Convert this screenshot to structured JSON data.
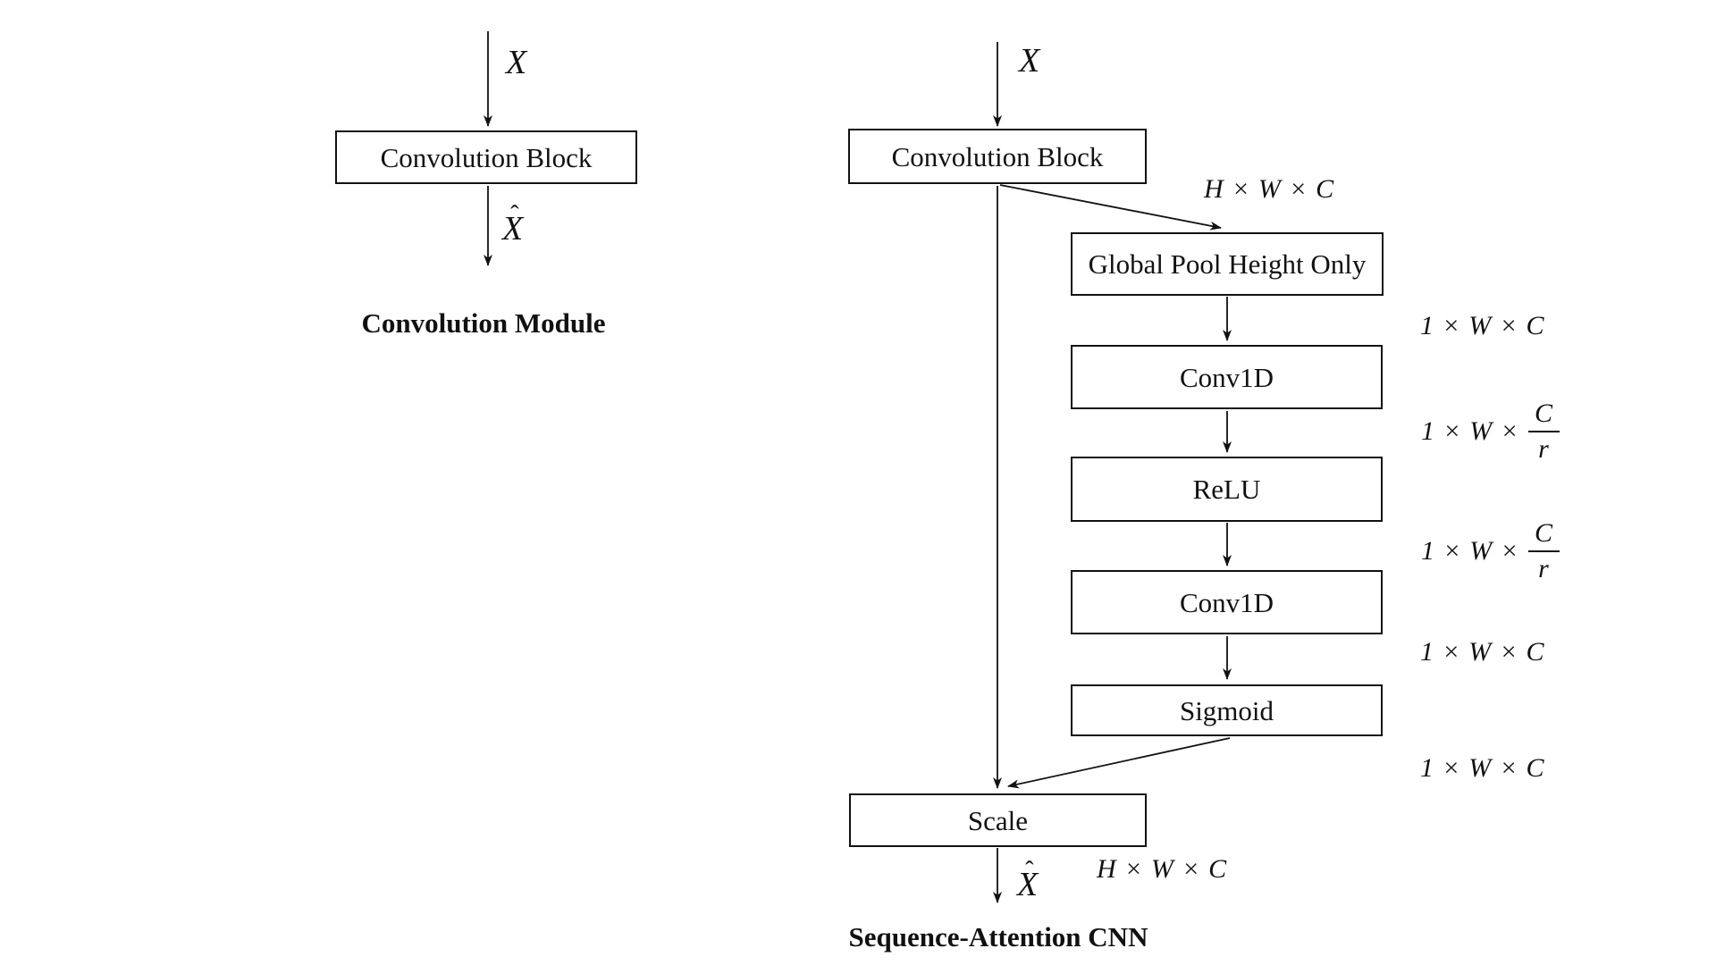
{
  "figure": {
    "background": "#ffffff",
    "ink": "#111111"
  },
  "left_diagram": {
    "title": "Convolution Module",
    "input_label": "X",
    "output_label_letter": "X",
    "output_label_hat": "ˆ",
    "blocks": [
      {
        "label": "Convolution Block"
      }
    ]
  },
  "right_diagram": {
    "title": "Sequence-Attention CNN",
    "input_label": "X",
    "output_label_letter": "X",
    "output_label_hat": "ˆ",
    "blocks": [
      {
        "label": "Convolution Block"
      },
      {
        "label": "Global Pool Height Only"
      },
      {
        "label": "Conv1D"
      },
      {
        "label": "ReLU"
      },
      {
        "label": "Conv1D"
      },
      {
        "label": "Sigmoid"
      },
      {
        "label": "Scale"
      }
    ],
    "dim_labels": {
      "after_conv_block": "H × W × C",
      "after_global_pool": "1 × W × C",
      "after_conv1d_1": {
        "prefix": "1 × W ×",
        "numerator": "C",
        "denominator": "r"
      },
      "after_relu": {
        "prefix": "1 × W ×",
        "numerator": "C",
        "denominator": "r"
      },
      "after_conv1d_2": "1 × W × C",
      "after_sigmoid": "1 × W × C",
      "after_scale": "H × W × C"
    }
  }
}
